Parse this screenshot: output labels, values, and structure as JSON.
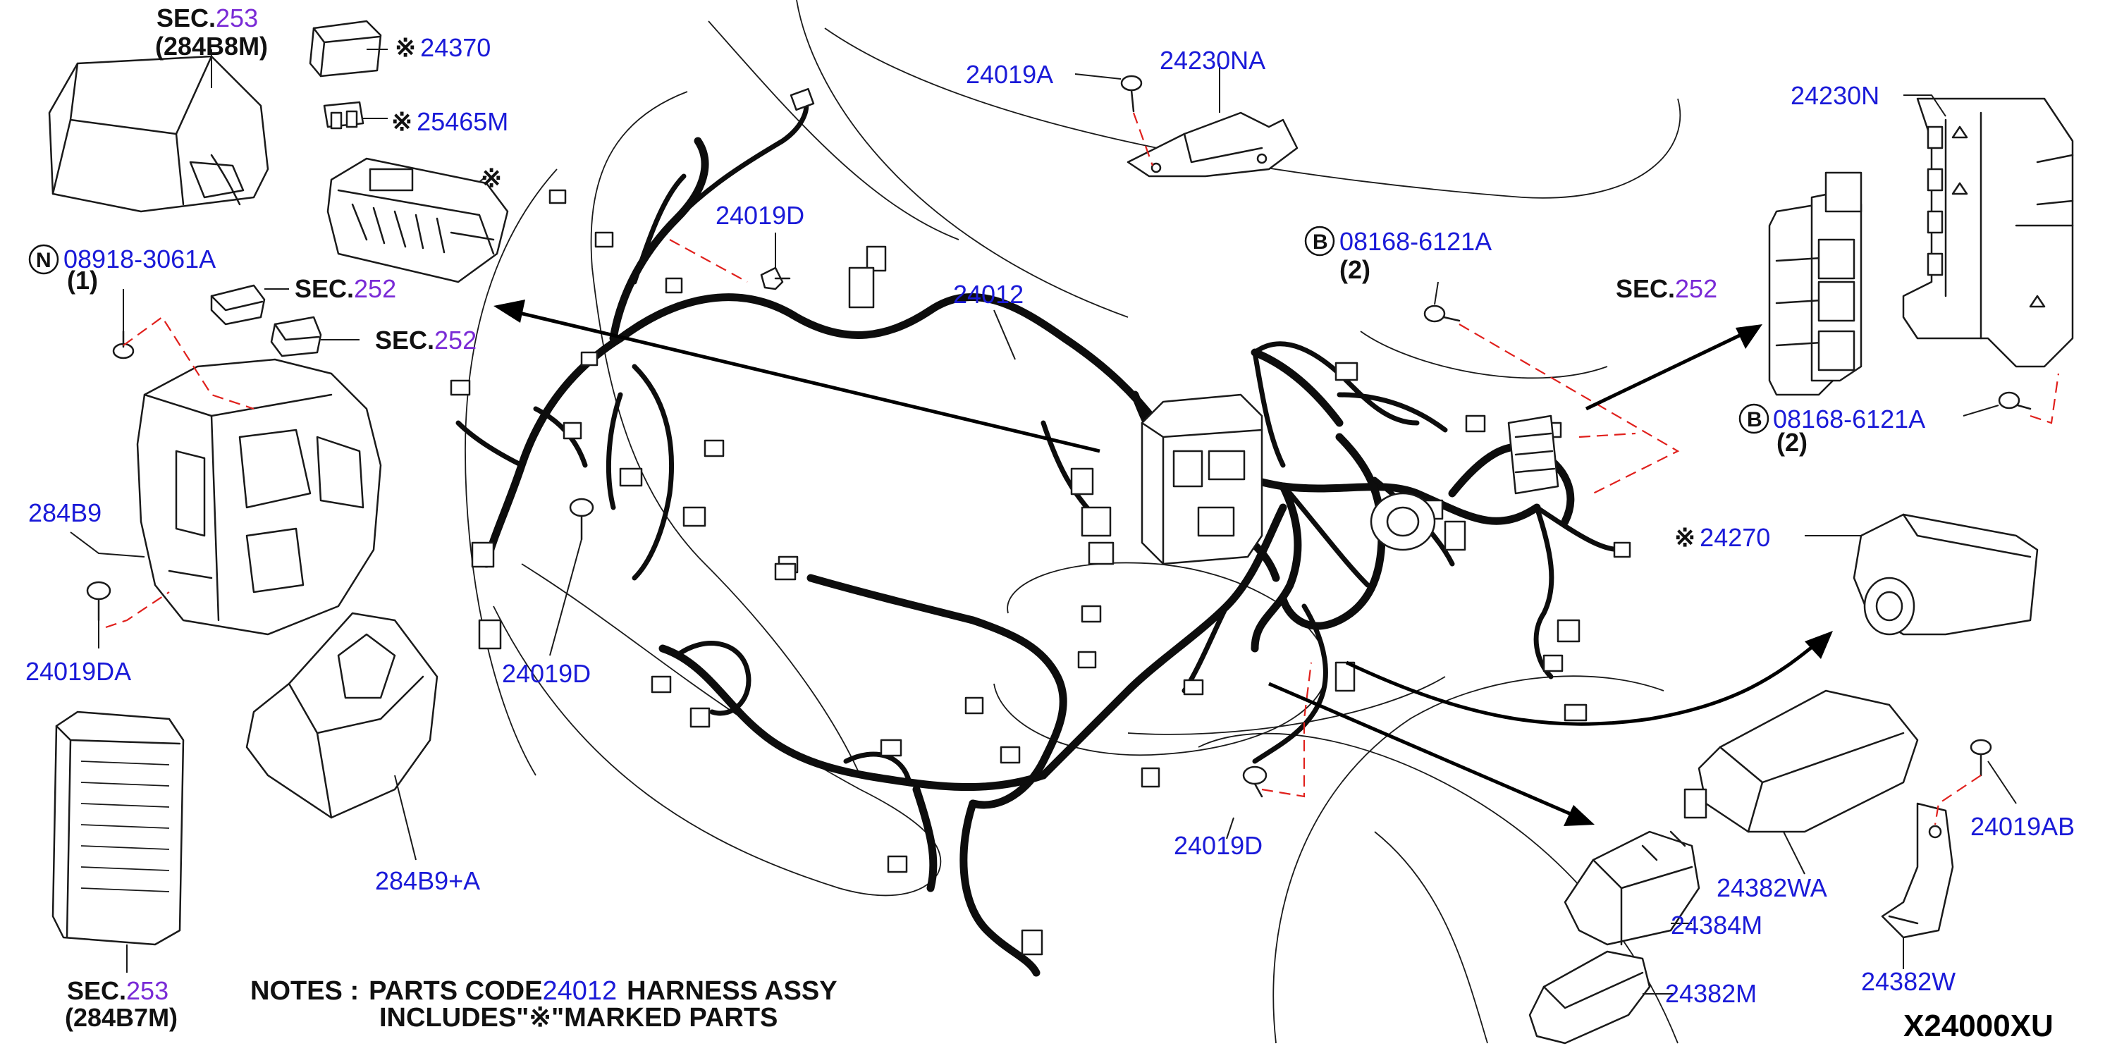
{
  "diagram": {
    "code": "X24000XU",
    "notes": {
      "label": "NOTES :",
      "line1_prefix": "PARTS CODE",
      "part_ref": "24012",
      "line1_suffix": "HARNESS ASSY",
      "line2": "INCLUDES\"※\"MARKED PARTS"
    },
    "sec_prefix": "SEC.",
    "marker": "※",
    "circle_n": "N",
    "circle_b": "B",
    "sections": {
      "sec253_top": {
        "num": "253",
        "sub": "(284B8M)"
      },
      "sec253_bottom": {
        "num": "253",
        "sub": "(284B7M)"
      },
      "sec252_a": "252",
      "sec252_b": "252",
      "sec252_right": "252"
    },
    "parts": {
      "p24370": "24370",
      "p25465M": "25465M",
      "p08918": "08918-3061A",
      "qty1": "(1)",
      "p284B9": "284B9",
      "p24019DA": "24019DA",
      "p284B9A": "284B9+A",
      "p24019D_left": "24019D",
      "p24019D_top": "24019D",
      "p24019D_center": "24019D",
      "p24012": "24012",
      "p24019A": "24019A",
      "p24230NA": "24230NA",
      "p08168_top": "08168-6121A",
      "qty2_top": "(2)",
      "p24230N": "24230N",
      "p08168_right": "08168-6121A",
      "qty2_right": "(2)",
      "p24270": "24270",
      "p24019AB": "24019AB",
      "p24382WA": "24382WA",
      "p24384M": "24384M",
      "p24382M": "24382M",
      "p24382W": "24382W"
    }
  }
}
